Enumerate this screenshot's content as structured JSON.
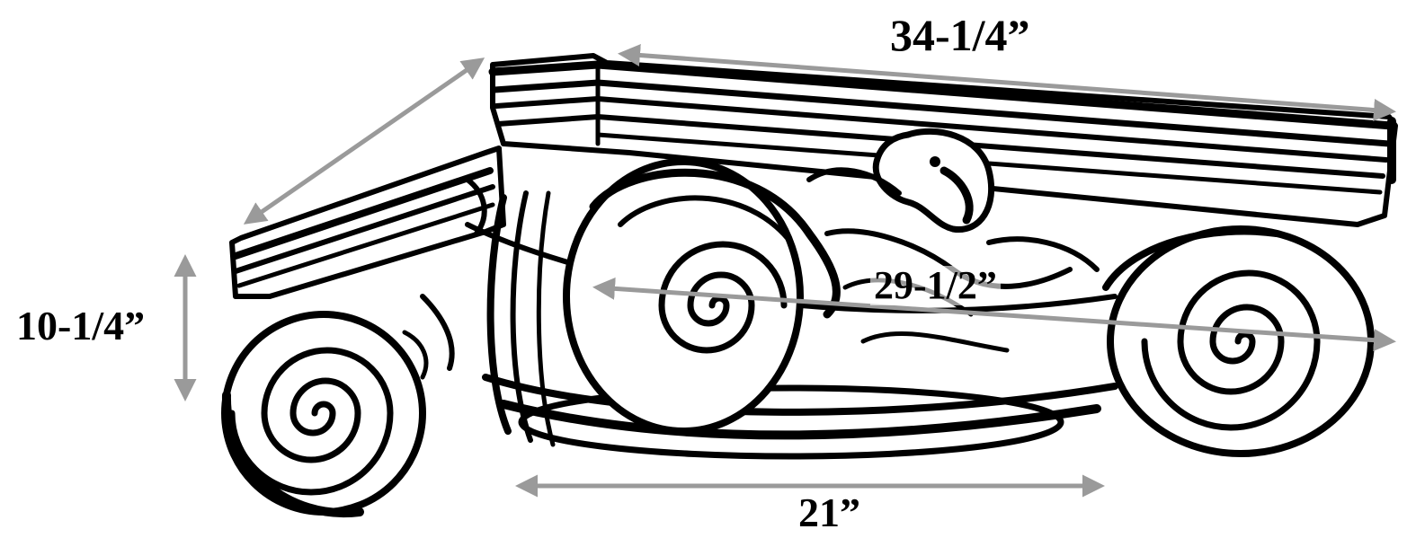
{
  "colors": {
    "ink": "#000000",
    "paper": "#ffffff",
    "arrow": "#9a9a9a"
  },
  "dimensions": {
    "top_width": "34-1/4”",
    "height": "10-1/4”",
    "volute_span": "29-1/2”",
    "base_width": "21”"
  },
  "illustration": "ionic-capital-line-drawing"
}
